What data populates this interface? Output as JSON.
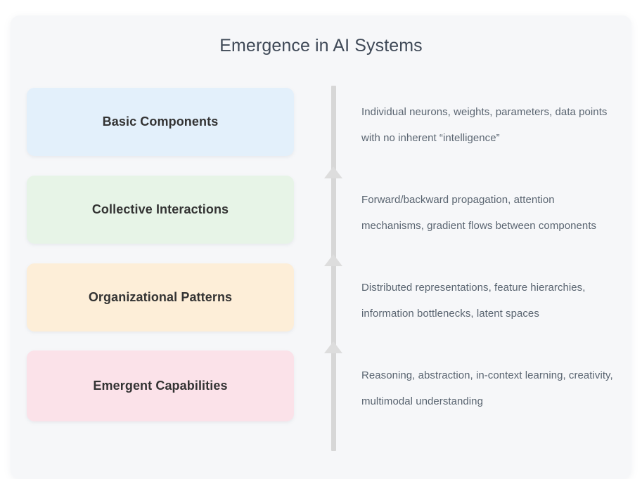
{
  "title": "Emergence in AI Systems",
  "axis": {
    "name": "upward-emergence-axis",
    "arrow_count": 3,
    "direction": "upward",
    "line_color": "#d7d7d7",
    "arrow_color": "#dddddd"
  },
  "canvas": {
    "background": "#ffffff",
    "card_background": "#f6f7f9",
    "title_color": "#3f4957",
    "label_color": "#333333",
    "description_color": "#5a6571"
  },
  "stages": [
    {
      "label": "Basic Components",
      "description": "Individual neurons, weights, parameters, data points with no inherent “intelligence”",
      "color": "#e3f0fb",
      "level": 1
    },
    {
      "label": "Collective Interactions",
      "description": "Forward/backward propagation, attention mechanisms, gradient flows between components",
      "color": "#e7f4e7",
      "level": 2
    },
    {
      "label": "Organizational Patterns",
      "description": "Distributed representations, feature hierarchies, information bottlenecks, latent spaces",
      "color": "#fdeed8",
      "level": 3
    },
    {
      "label": "Emergent Capabilities",
      "description": "Reasoning, abstraction, in-context learning, creativity, multimodal understanding",
      "color": "#fbe2e9",
      "level": 4
    }
  ]
}
